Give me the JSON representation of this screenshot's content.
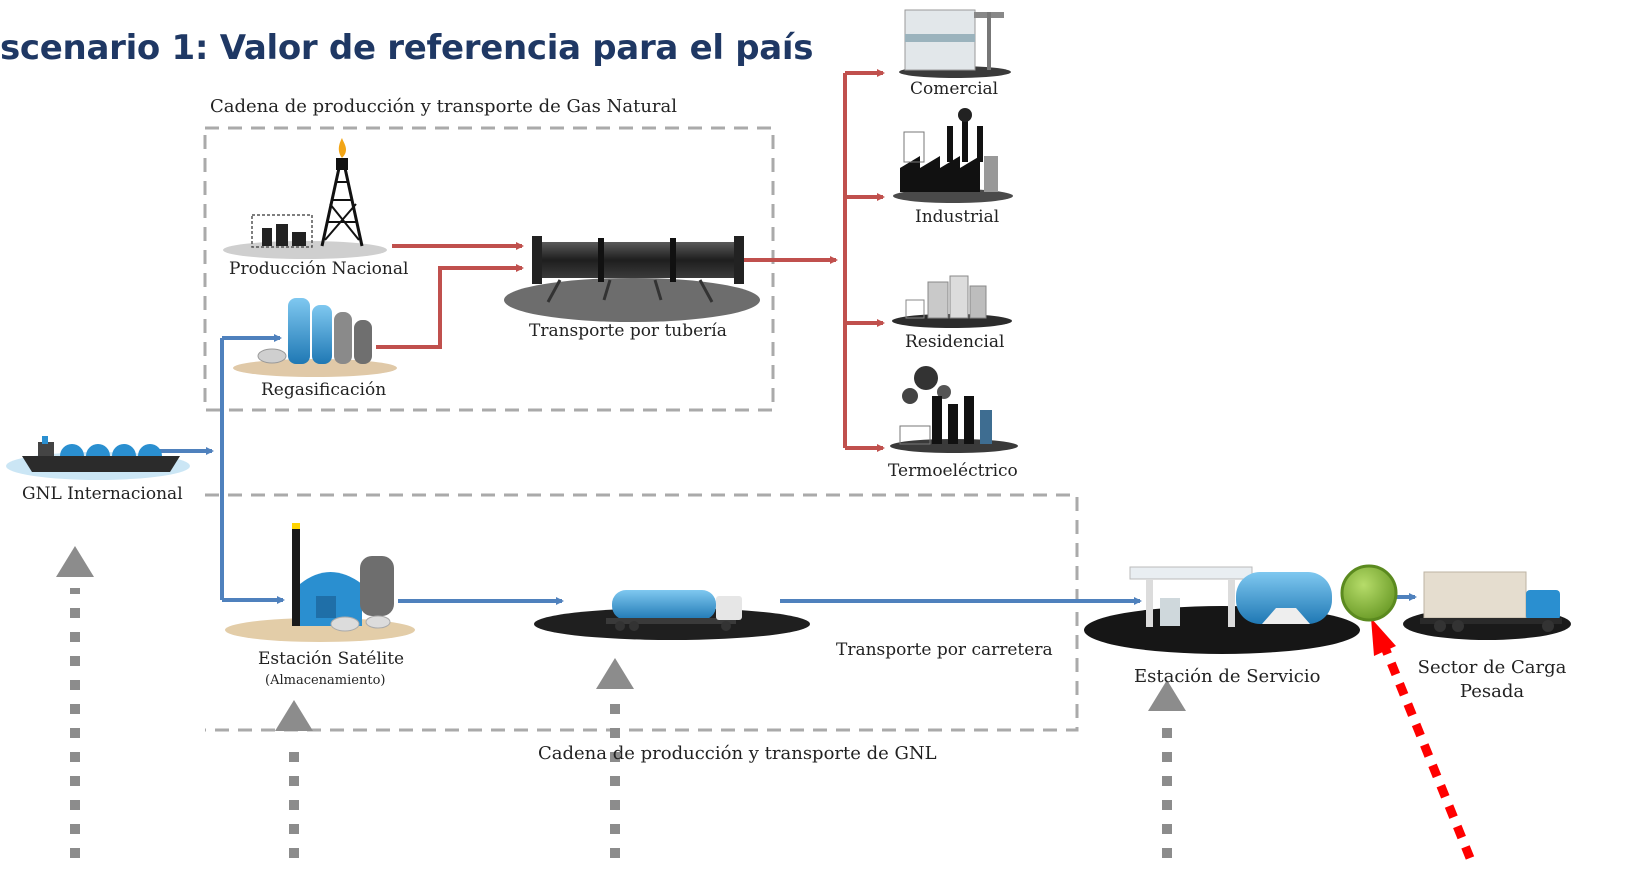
{
  "title": "scenario 1: Valor de referencia para el país",
  "groups": {
    "gas_chain": "Cadena de producción  y transporte  de Gas Natural",
    "gnl_chain": "Cadena de producción  y transporte  de GNL"
  },
  "nodes": {
    "produccion": "Producción Nacional",
    "regasificacion": "Regasificación",
    "transporte_tuberia": "Transporte por tubería",
    "gnl_internacional": "GNL Internacional",
    "estacion_satelite": "Estación Satélite",
    "almacenamiento": "(Almacenamiento)",
    "transporte_carretera": "Transporte por carretera",
    "estacion_servicio": "Estación de Servicio",
    "sector_carga": "Sector de Carga Pesada"
  },
  "consumers": {
    "comercial": "Comercial",
    "industrial": "Industrial",
    "residencial": "Residencial",
    "termoelectrico": "Termoeléctrico"
  },
  "colors": {
    "title": "#1f3864",
    "gas_flow": "#c0504d",
    "gnl_flow": "#4f81bd",
    "dashed_box": "#aaaaaa",
    "grey_arrows": "#8c8c8c",
    "red_dotted": "#ff0000",
    "green_marker": "#8cbd3c"
  }
}
